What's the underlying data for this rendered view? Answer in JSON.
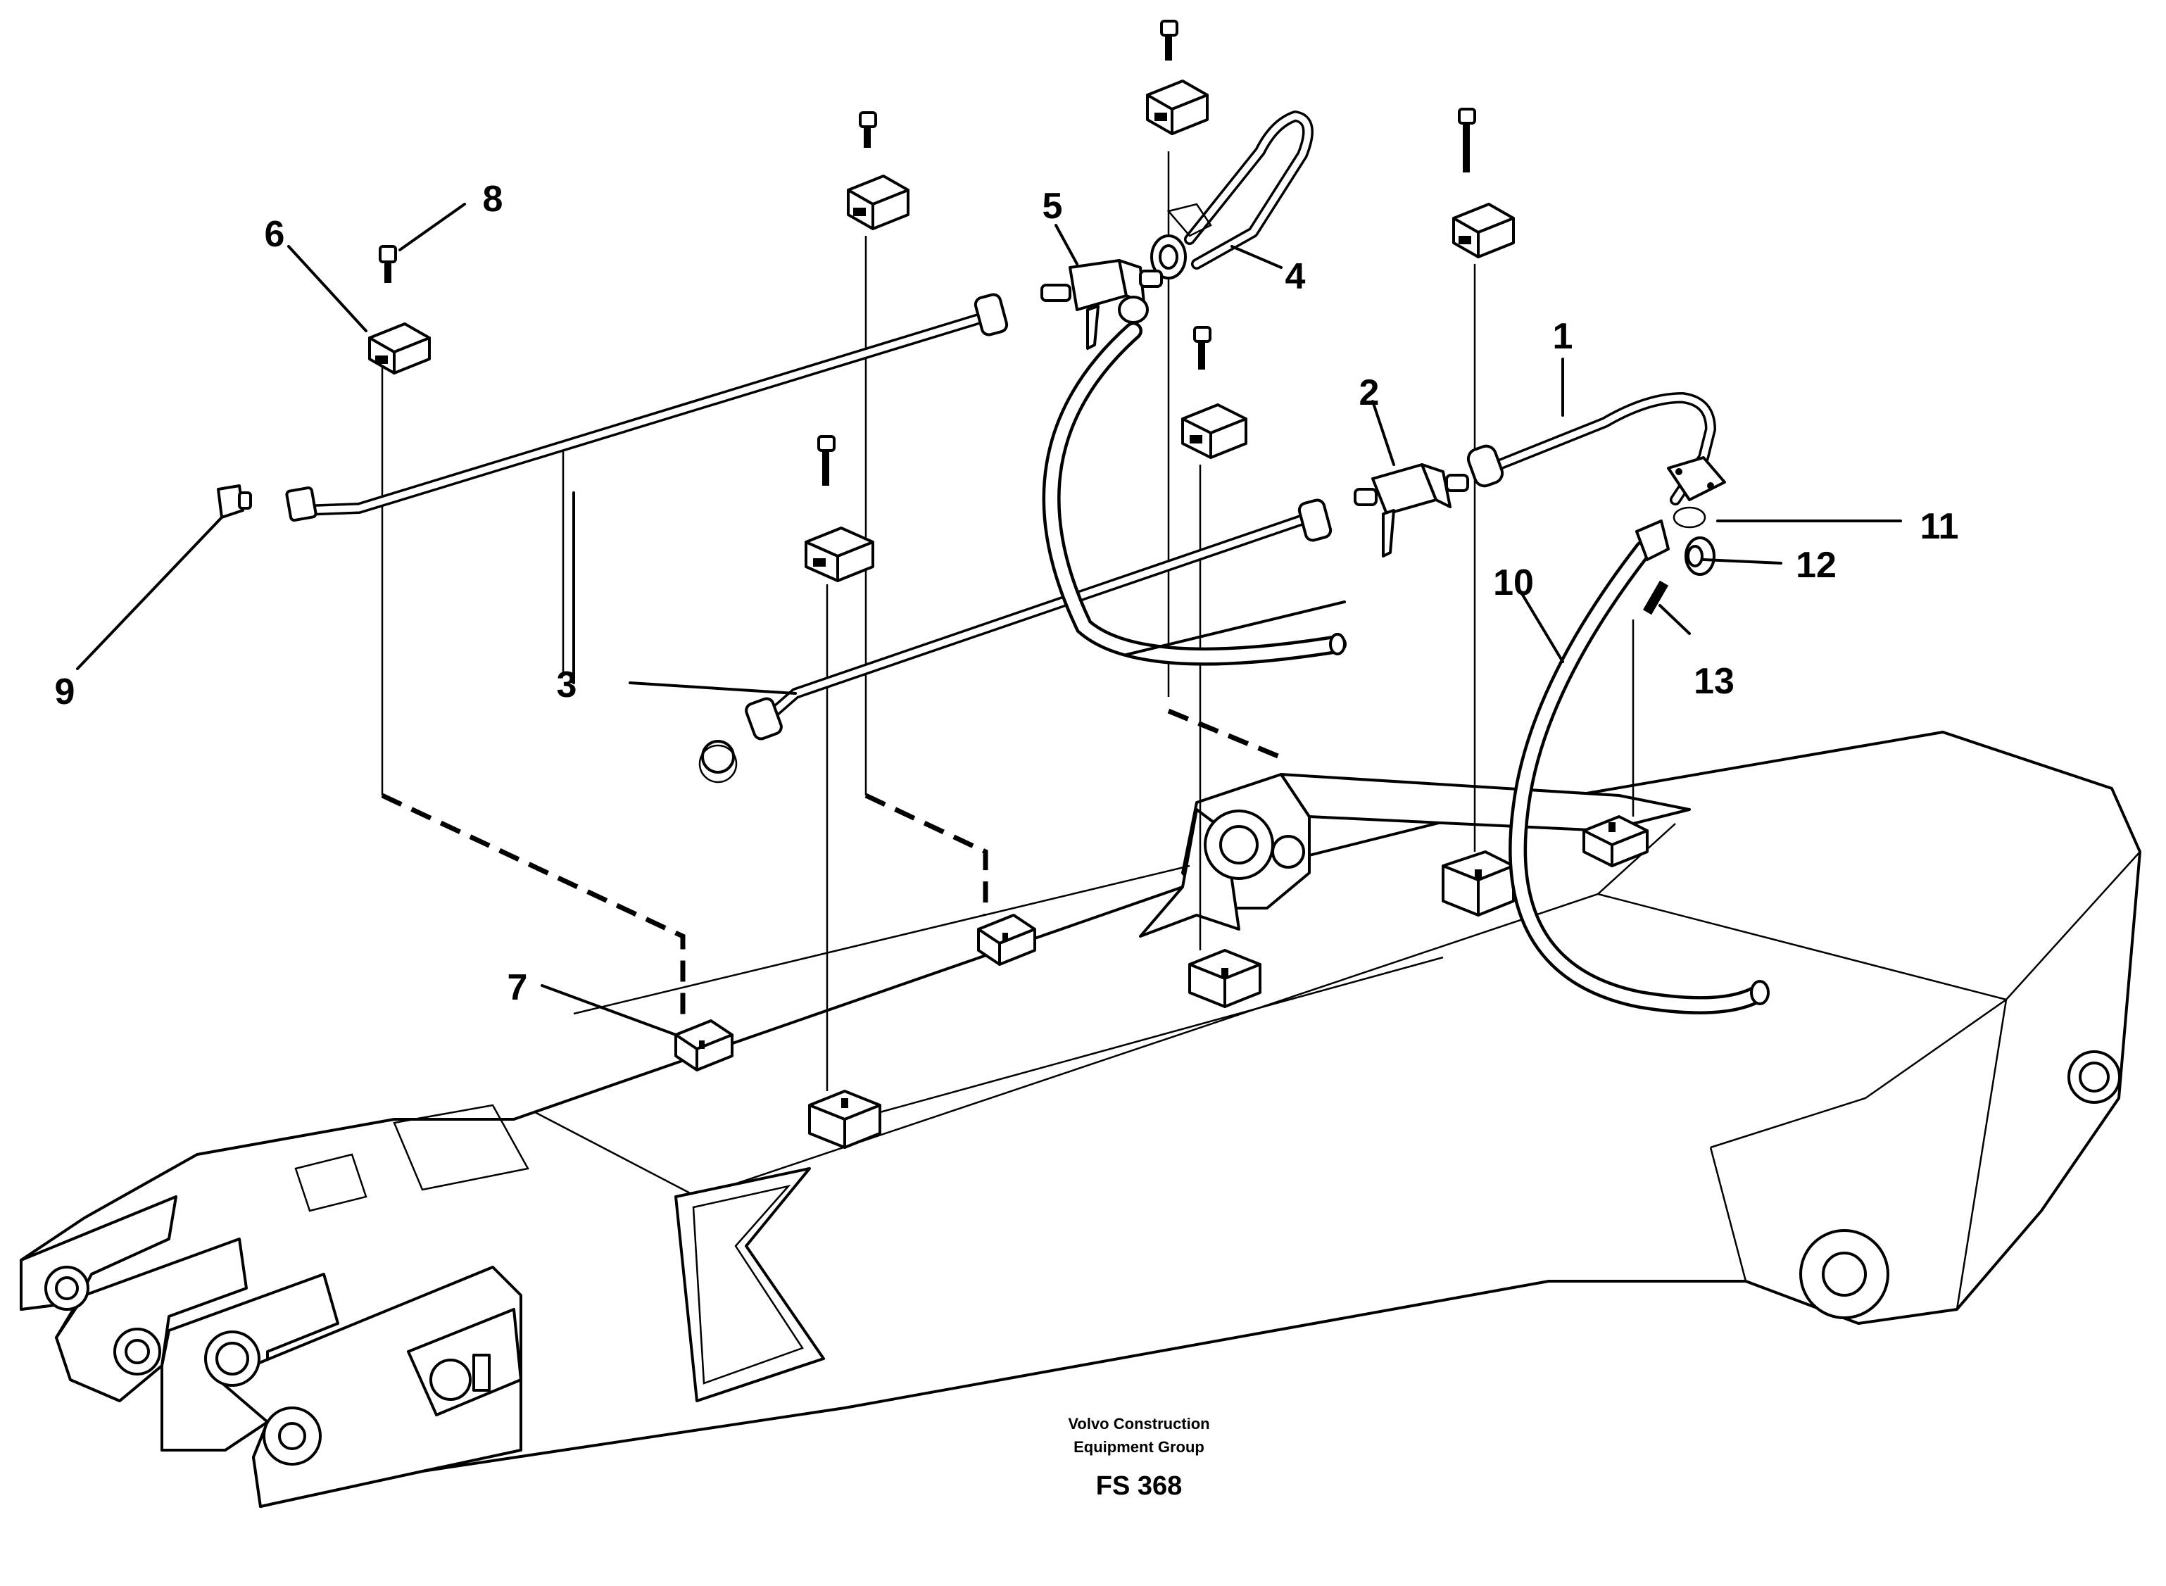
{
  "callouts": [
    "1",
    "2",
    "3",
    "4",
    "5",
    "6",
    "7",
    "8",
    "9",
    "10",
    "11",
    "12",
    "13"
  ],
  "footer": {
    "line1": "Volvo Construction",
    "line2": "Equipment Group",
    "figure": "FS 368"
  }
}
